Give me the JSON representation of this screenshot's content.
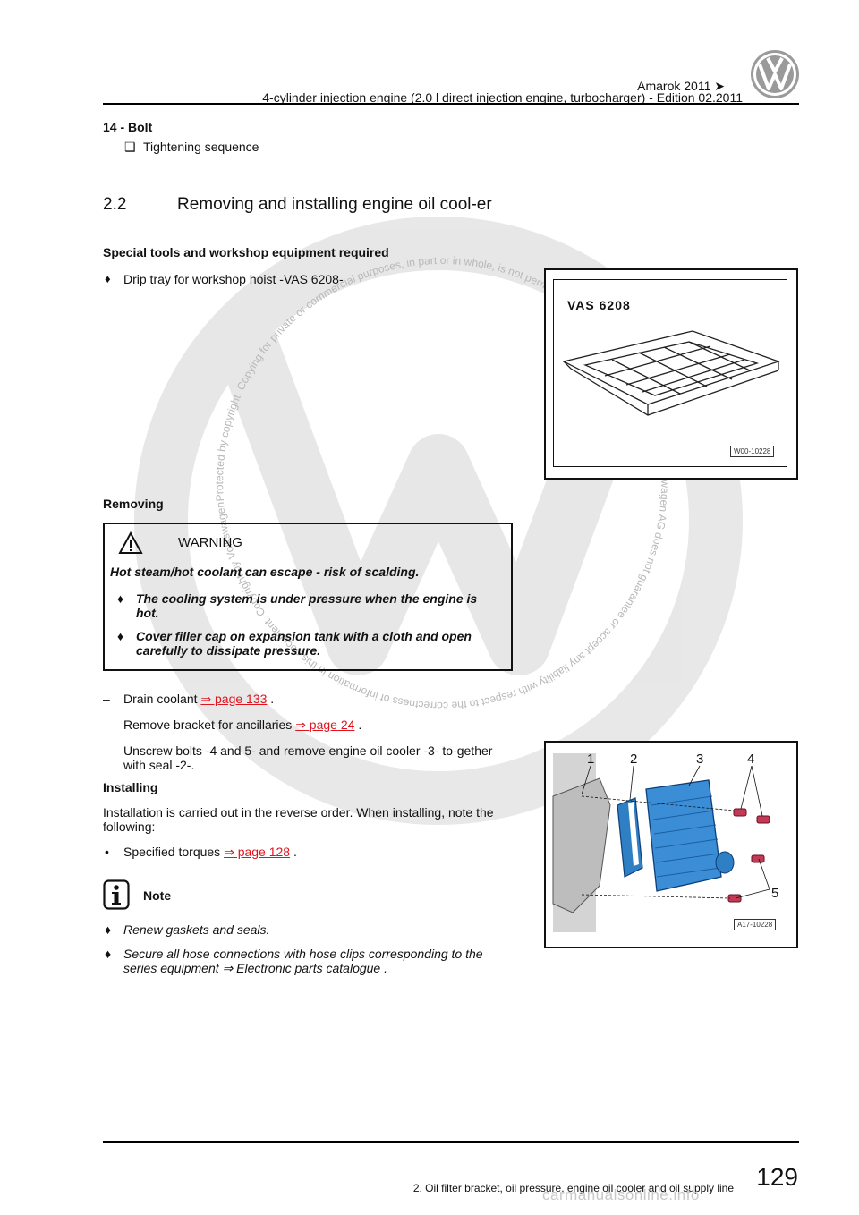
{
  "header": {
    "model": "Amarok 2011",
    "arrow": "➤",
    "subtitle": "4-cylinder injection engine (2.0 l direct injection engine, turbocharger) - Edition 02.2011",
    "logo": "vw-logo"
  },
  "item14": {
    "title": "14 - Bolt",
    "checkbox": "❑",
    "bullet": "Tightening sequence"
  },
  "section": {
    "number": "2.2",
    "title": "Removing and installing engine oil cool-er"
  },
  "tools": {
    "heading": "Special tools and workshop equipment required",
    "bullet_glyph": "♦",
    "item": "Drip tray for workshop hoist -VAS 6208-"
  },
  "figure1": {
    "label": "VAS 6208",
    "code": "W00-10228"
  },
  "removing": {
    "heading": "Removing"
  },
  "warning": {
    "title": "WARNING",
    "lead": "Hot steam/hot coolant can escape - risk of scalding.",
    "items": [
      "The cooling system is under pressure when the engine is hot.",
      "Cover filler cap on expansion tank with a cloth and open carefully to dissipate pressure."
    ]
  },
  "steps": {
    "dash": "–",
    "drain": {
      "text": "Drain coolant",
      "link": "⇒ page 133",
      "tail": "."
    },
    "bracket": {
      "text": "Remove bracket for ancillaries",
      "link": "⇒ page 24",
      "tail": "."
    },
    "unscrew": "Unscrew bolts -4 and 5- and remove engine oil cooler -3- to-gether with seal -2-."
  },
  "figure2": {
    "callouts": [
      "1",
      "2",
      "3",
      "4",
      "5"
    ],
    "code": "A17-10228"
  },
  "installing": {
    "heading": "Installing",
    "text": "Installation is carried out in the reverse order. When installing, note the following:",
    "dot": "•",
    "torque_text": "Specified torques",
    "torque_link": "⇒ page 128",
    "torque_tail": "."
  },
  "note": {
    "title": "Note",
    "items": [
      "Renew gaskets and seals.",
      "Secure all hose connections with hose clips corresponding to the series equipment ⇒  Electronic parts catalogue ."
    ]
  },
  "footer": {
    "chapter": "2. Oil filter bracket, oil pressure, engine oil cooler and oil supply line",
    "page": "129",
    "site": "carmanualsonline.info"
  },
  "watermark": {
    "text": "Protected by copyright. Copying for private or commercial purposes, in part or in whole, is not permitted unless authorised by Volkswagen AG. Volkswagen AG does not guarantee or accept any liability with respect to the correctness of information in this document. Copyright by Volkswagen AG."
  }
}
